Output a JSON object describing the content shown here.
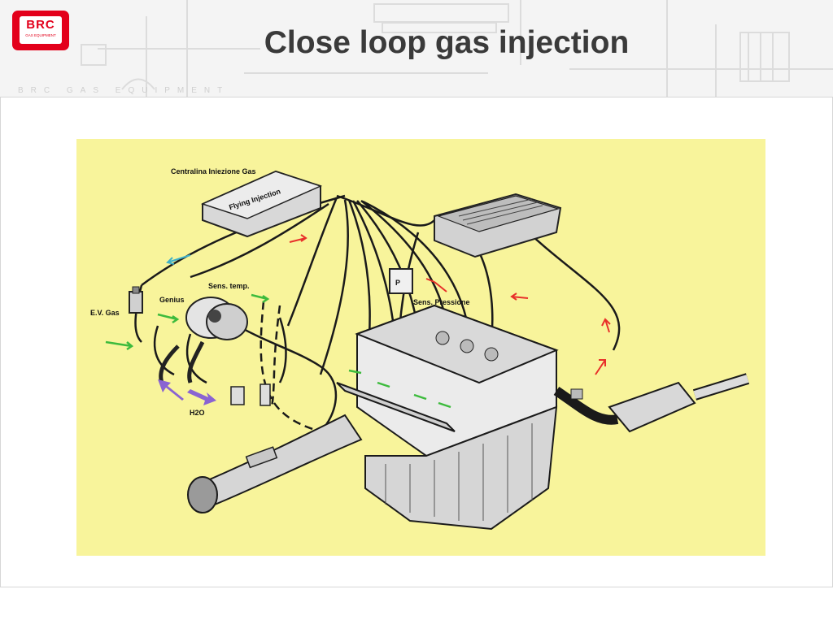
{
  "header": {
    "title": "Close loop gas injection",
    "tagline": "BRC GAS EQUIPMENT",
    "logo": {
      "mark": "BRC",
      "sub": "GAS EQUIPMENT"
    }
  },
  "diagram": {
    "labels": {
      "ecu": "Centralina Iniezione Gas",
      "ev_gas": "E.V. Gas",
      "genius": "Genius",
      "sens_temp": "Sens. temp.",
      "sens_pressure": "Sens. Pressione",
      "water": "H2O",
      "chip_text": "Flying Injection"
    },
    "colors": {
      "background": "#f8f49b",
      "arrow_red": "#e8302a",
      "arrow_green": "#3dbb3d",
      "arrow_cyan": "#3fb0c8",
      "arrow_purple": "#8a63d2"
    }
  }
}
